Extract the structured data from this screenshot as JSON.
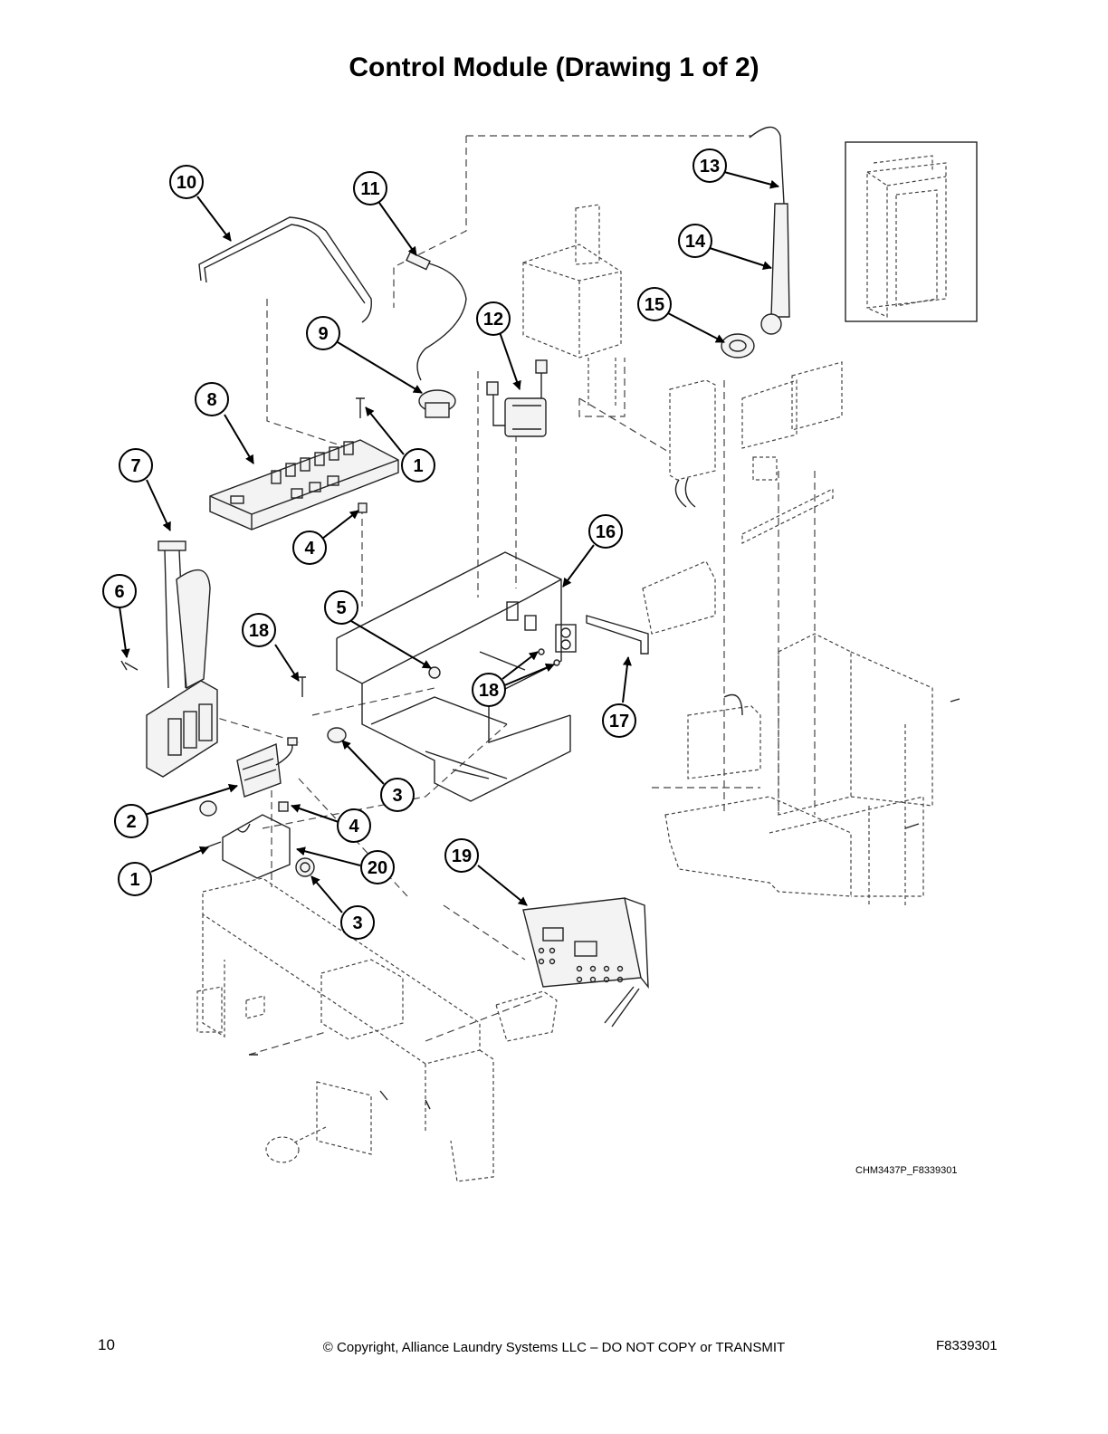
{
  "title": "Control Module (Drawing 1 of 2)",
  "drawing_code": "CHM3437P_F8339301",
  "footer": {
    "page_number": "10",
    "copyright": "© Copyright, Alliance Laundry Systems LLC – DO NOT COPY or TRANSMIT",
    "doc_number": "F8339301"
  },
  "callouts": [
    "10",
    "11",
    "13",
    "14",
    "15",
    "12",
    "9",
    "8",
    "1",
    "7",
    "4",
    "16",
    "6",
    "5",
    "18",
    "18",
    "17",
    "3",
    "2",
    "4",
    "1",
    "20",
    "19",
    "3"
  ]
}
